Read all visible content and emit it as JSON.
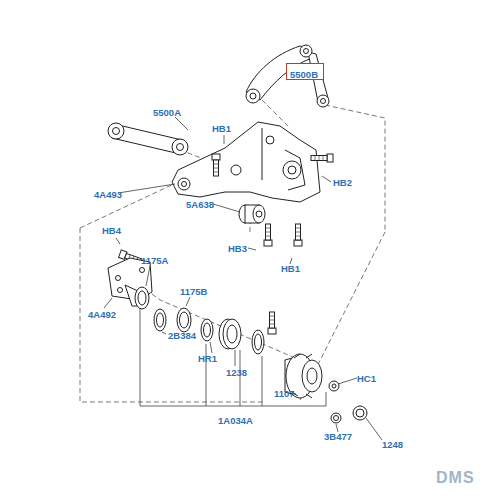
{
  "diagram": {
    "nodes": [
      {
        "text": [
          "5500B"
        ]
      }
    ],
    "labels": [
      "5500A",
      "HB1",
      "HB2",
      "4A493",
      "5A638",
      "HB4",
      "HB3",
      "HB1",
      "1175A",
      "4A492",
      "1175B",
      "2B384",
      "HR1",
      "1238",
      "1107",
      "HC1",
      "1A034A",
      "3B477",
      "1248",
      "DMS"
    ]
  }
}
